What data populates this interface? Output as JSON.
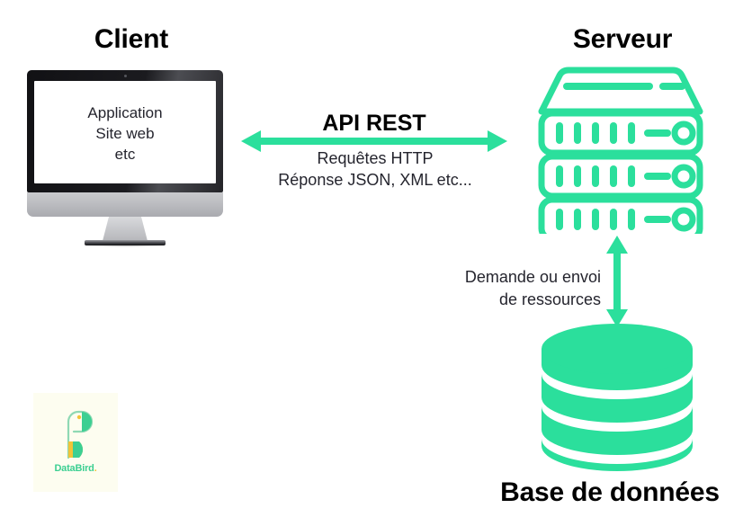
{
  "diagram": {
    "title_client": "Client",
    "title_server": "Serveur",
    "title_database": "Base de données",
    "accent_color": "#2BDF9C",
    "text_color": "#25252E",
    "background": "#FFFFFF"
  },
  "client": {
    "screen_lines": [
      "Application",
      "Site web",
      "etc"
    ],
    "device": "desktop-monitor"
  },
  "api_link": {
    "label": "API REST",
    "sub_lines": [
      "Requêtes HTTP",
      "Réponse JSON, XML etc..."
    ],
    "arrow": "double-headed-horizontal-arrow"
  },
  "server": {
    "rack_units": 3,
    "leds_per_unit": 5,
    "icon": "server-rack-icon"
  },
  "db_link": {
    "sub_lines": [
      "Demande ou envoi",
      "de ressources"
    ],
    "arrow": "double-headed-vertical-arrow"
  },
  "database": {
    "icon": "database-cylinder-icon",
    "bands": 3
  },
  "logo": {
    "name": "DataBird",
    "name_main": "DataBird",
    "name_dot": ".",
    "background_color": "#FDFDF0",
    "mark_color": "#3CCF92",
    "accent_color": "#F2C438"
  }
}
